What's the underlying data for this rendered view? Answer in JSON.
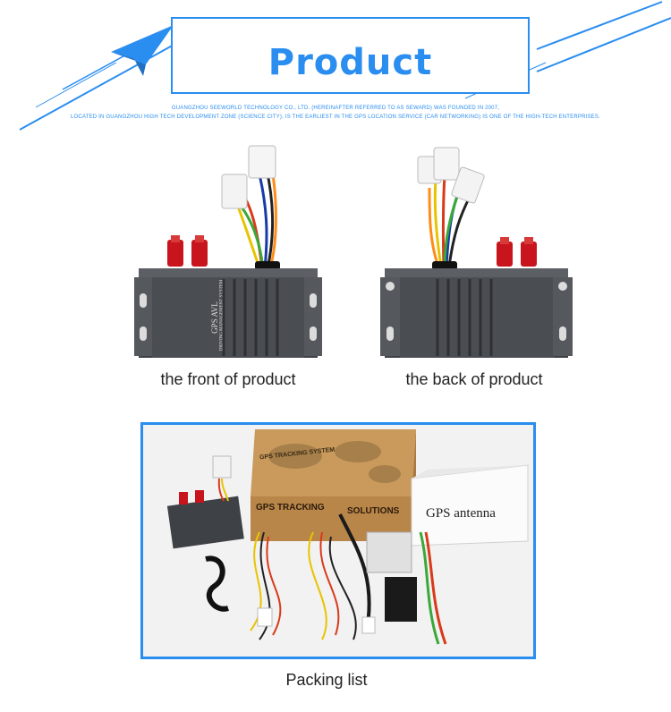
{
  "header": {
    "title": "Product",
    "intro_line1": "GUANGZHOU SEEWORLD TECHNOLOGY CO., LTD. (HEREINAFTER REFERRED TO AS SEWARD) WAS FOUNDED IN 2007,",
    "intro_line2": "LOCATED IN GUANGZHOU HIGH TECH DEVELOPMENT ZONE (SCIENCE CITY), IS THE EARLIEST IN THE GPS LOCATION SERVICE (CAR NETWORKING) IS ONE OF THE HIGH-TECH ENTERPRISES."
  },
  "front_product": {
    "caption": "the front of product",
    "device_label_main": "GPS AVL",
    "device_label_sub": "DRIVING MANAGEMENT SYSTEM"
  },
  "back_product": {
    "caption": "the back of product"
  },
  "packing": {
    "caption": "Packing list",
    "box_print_top": "GPS TRACKING SYSTEM",
    "box_print_side": "GPS TRACKING",
    "box_print_solutions": "SOLUTIONS",
    "antenna_box_label": "GPS antenna"
  },
  "colors": {
    "accent": "#2a8df0",
    "device_body": "#4a4d52",
    "antenna_red": "#c8141c"
  }
}
